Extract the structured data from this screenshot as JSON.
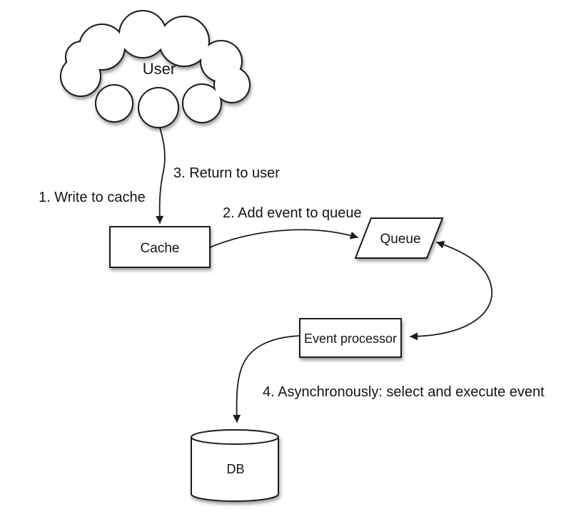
{
  "diagram_type": "flow-diagram",
  "nodes": {
    "user": {
      "label": "User",
      "shape": "cloud"
    },
    "cache": {
      "label": "Cache",
      "shape": "rectangle"
    },
    "queue": {
      "label": "Queue",
      "shape": "parallelogram"
    },
    "event_processor": {
      "label": "Event processor",
      "shape": "rectangle"
    },
    "db": {
      "label": "DB",
      "shape": "cylinder"
    }
  },
  "edges": [
    {
      "from": "user",
      "to": "cache",
      "arrowheads": "end",
      "style": "curved"
    },
    {
      "from": "cache",
      "to": "queue",
      "arrowheads": "end",
      "style": "curved"
    },
    {
      "from": "event_processor",
      "to": "queue",
      "arrowheads": "both",
      "style": "curved"
    },
    {
      "from": "event_processor",
      "to": "db",
      "arrowheads": "end",
      "style": "curved"
    }
  ],
  "annotations": {
    "step1": "1. Write to cache",
    "step2": "2. Add event to queue",
    "step3": "3. Return to user",
    "step4": "4. Asynchronously: select and execute event"
  },
  "colors": {
    "background": "#ffffff",
    "shape_fill": "#ffffff",
    "stroke": "#1b1b1b",
    "text": "#141414"
  }
}
